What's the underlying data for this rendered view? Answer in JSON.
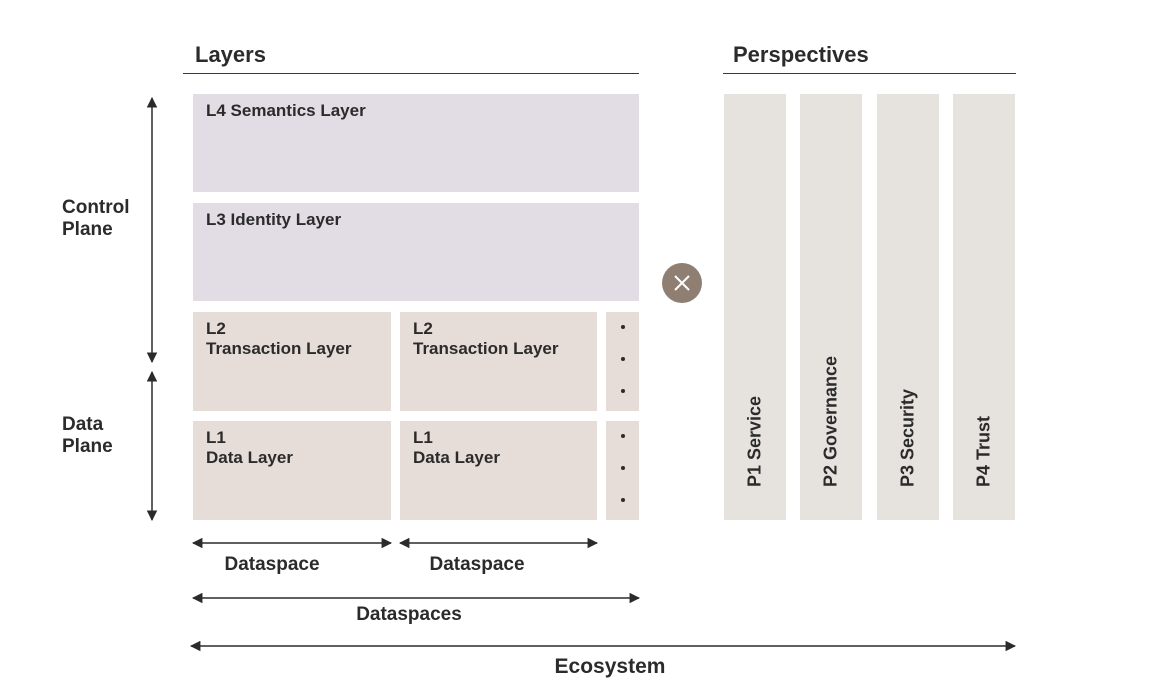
{
  "layers_header": "Layers",
  "perspectives_header": "Perspectives",
  "planes": {
    "control": [
      "Control",
      "Plane"
    ],
    "data": [
      "Data",
      "Plane"
    ]
  },
  "layers": {
    "l4": "L4 Semantics Layer",
    "l3": "L3 Identity Layer",
    "l2": [
      "L2",
      "Transaction Layer"
    ],
    "l1": [
      "L1",
      "Data Layer"
    ]
  },
  "perspectives": [
    "P1 Service",
    "P2 Governance",
    "P3 Security",
    "P4 Trust"
  ],
  "spans": {
    "dataspace": "Dataspace",
    "dataspaces": "Dataspaces",
    "ecosystem": "Ecosystem"
  },
  "colors": {
    "upper_layers": "#e2dce4",
    "lower_layers": "#e6ddd8",
    "perspective_bars": "#e6e3df",
    "operator_circle": "#8f7e72",
    "text": "#2b2b2b"
  },
  "icons": {
    "operator": "times-circle-icon",
    "continuation": "vertical-ellipsis-icon",
    "span_arrow": "double-headed-arrow-icon"
  }
}
